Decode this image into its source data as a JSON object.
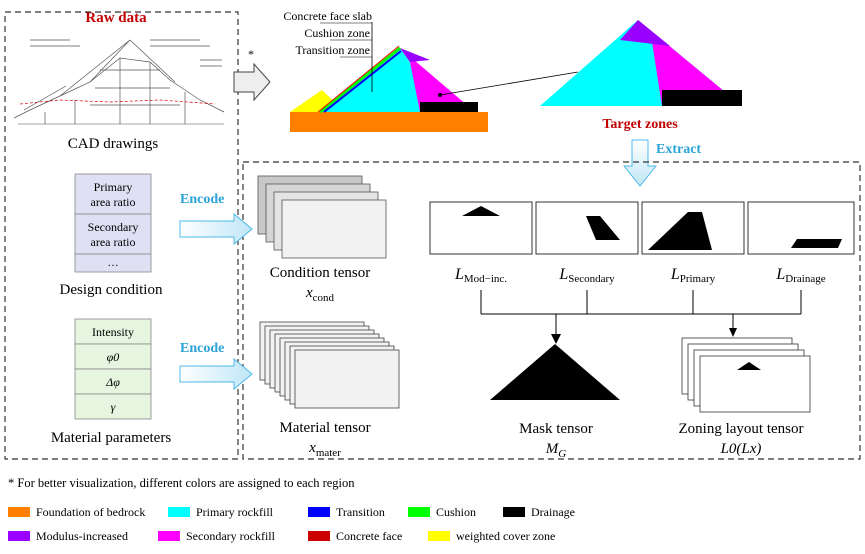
{
  "raw_data": {
    "title": "Raw data",
    "cad_label": "CAD drawings",
    "design_condition": {
      "label": "Design condition",
      "items": [
        {
          "line1": "Primary",
          "line2": "area ratio"
        },
        {
          "line1": "Secondary",
          "line2": "area ratio"
        },
        {
          "line1": "…",
          "line2": ""
        }
      ]
    },
    "material_parameters": {
      "label": "Material parameters",
      "items": [
        "Intensity",
        "φ0",
        "Δφ",
        "γ"
      ]
    }
  },
  "dam_labels": [
    "Concrete face slab",
    "Cushion zone",
    "Transition zone"
  ],
  "asterisk": "*",
  "target_zones": "Target zones",
  "extract": "Extract",
  "encode": "Encode",
  "tensors": {
    "condition": {
      "name": "Condition tensor",
      "symbol": "x",
      "sub": "cond"
    },
    "material": {
      "name": "Material tensor",
      "symbol": "x",
      "sub": "mater"
    },
    "mask": {
      "name": "Mask tensor",
      "symbol": "M",
      "sub": "G"
    },
    "zoning": {
      "name": "Zoning layout tensor",
      "formula": "L0(Lx)"
    }
  },
  "layers": [
    {
      "symbol": "L",
      "sub": "Mod−inc."
    },
    {
      "symbol": "L",
      "sub": "Secondary"
    },
    {
      "symbol": "L",
      "sub": "Primary"
    },
    {
      "symbol": "L",
      "sub": "Drainage"
    }
  ],
  "legend": {
    "note": "* For better visualization, different colors are assigned to each region",
    "rows": [
      [
        {
          "label": "Foundation of bedrock",
          "color": "#ff7f00"
        },
        {
          "label": "Primary rockfill",
          "color": "#00ffff"
        },
        {
          "label": "Transition",
          "color": "#0000ff"
        },
        {
          "label": "Cushion",
          "color": "#00ff00"
        },
        {
          "label": "Drainage",
          "color": "#000000"
        }
      ],
      [
        {
          "label": "Modulus-increased",
          "color": "#9900ff"
        },
        {
          "label": "Secondary rockfill",
          "color": "#ff00ff"
        },
        {
          "label": "Concrete face",
          "color": "#ff0000"
        },
        {
          "label": "weighted cover zone",
          "color": "#ffff00"
        }
      ]
    ]
  },
  "colors": {
    "raw_title": "#c00000",
    "target": "#c00000",
    "arrow_blue": "#4db8e8",
    "box_fill": "#e0e0f5",
    "box_green": "#e5f5df"
  }
}
